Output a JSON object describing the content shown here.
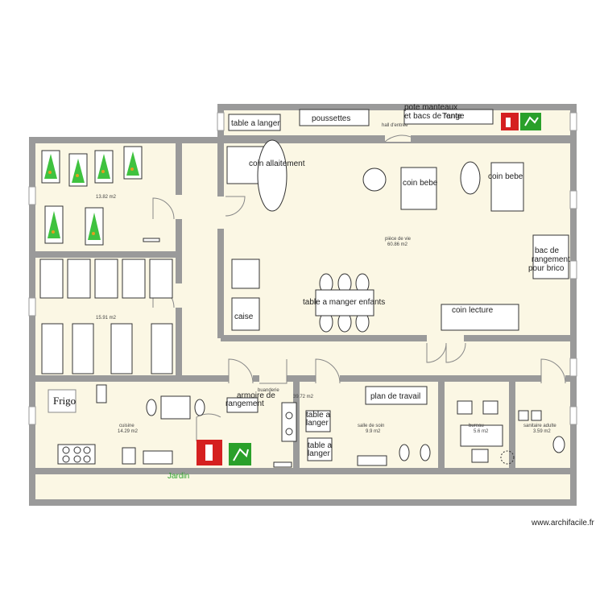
{
  "colors": {
    "floor": "#fbf7e4",
    "wall": "#9a9a9a",
    "green": "#2aa02a",
    "red": "#d52020"
  },
  "rooms": {
    "dortoir1_area": "13.82 m2",
    "dortoir2_area": "15.91 m2",
    "cuisine": "cuisine",
    "cuisine_area": "14.29 m2",
    "piece_vie": "pièce de vie",
    "piece_vie_area": "60.86 m2",
    "hall": "hall d'entrée",
    "buanderie": "buanderie",
    "buanderie_area": "39.72 m2",
    "salle_soin": "salle de soin",
    "salle_soin_area": "9.9 m2",
    "bureau": "bureau",
    "bureau_area": "5.6 m2",
    "sanitaire": "sanitaire adulte",
    "sanitaire_area": "3.59 m2",
    "jardin": "Jardin"
  },
  "labels": {
    "table_langer": "table a langer",
    "poussettes": "poussettes",
    "porte_manteaux_1": "pote manteaux",
    "porte_manteaux_2": "et bacs de range",
    "tente": "Tente",
    "coin_allaitement": "coin allaitement",
    "coin_bebe": "coin bebe",
    "bac_1": "bac de",
    "bac_2": "rangement",
    "bac_3": "pour brico",
    "table_enfants": "table a manger enfants",
    "caise": "caise",
    "coin_lecture": "coin lecture",
    "frigo": "Frigo",
    "armoire_1": "armoire de",
    "armoire_2": "rangement",
    "table_a": "table a",
    "langer": "langer",
    "plan_travail": "plan de travail"
  },
  "watermark": "www.archifacile.fr"
}
